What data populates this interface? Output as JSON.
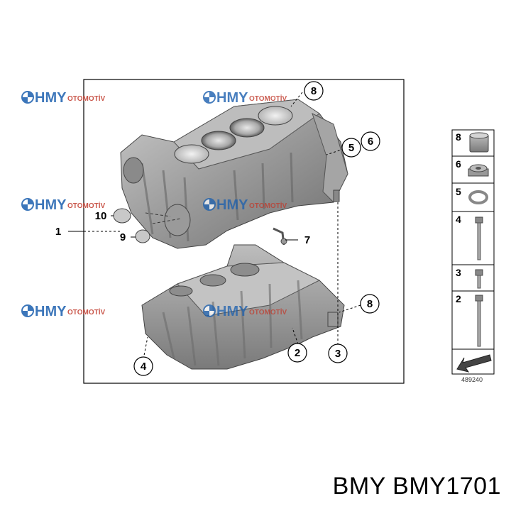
{
  "watermark": {
    "brand": "HMY",
    "sub": "OTOMOTİV"
  },
  "callouts": {
    "c1": "1",
    "c2": "2",
    "c3": "3",
    "c4": "4",
    "c5": "5",
    "c6": "6",
    "c7": "7",
    "c8a": "8",
    "c8b": "8",
    "c9": "9",
    "c10": "10"
  },
  "legend": {
    "items": [
      {
        "num": "8",
        "part": "sleeve"
      },
      {
        "num": "6",
        "part": "plug"
      },
      {
        "num": "5",
        "part": "seal-ring"
      },
      {
        "num": "4",
        "part": "bolt"
      },
      {
        "num": "3",
        "part": "bolt"
      },
      {
        "num": "2",
        "part": "bolt"
      }
    ]
  },
  "diagram_id": "489240",
  "footer": {
    "text": "BMY BMY1701"
  }
}
